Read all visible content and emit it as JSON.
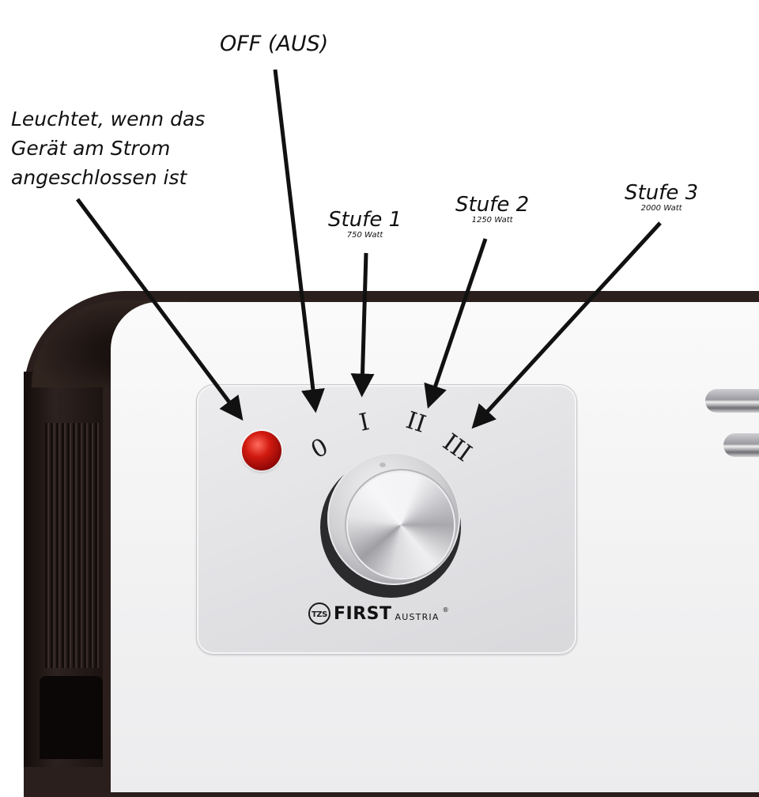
{
  "annotations": {
    "power_indicator": {
      "lines": [
        "Leuchtet, wenn das",
        "Gerät am Strom",
        "angeschlossen ist"
      ]
    },
    "off": {
      "label": "OFF (AUS)"
    },
    "levels": [
      {
        "title": "Stufe 1",
        "power": "750 Watt"
      },
      {
        "title": "Stufe 2",
        "power": "1250 Watt"
      },
      {
        "title": "Stufe 3",
        "power": "2000 Watt"
      }
    ]
  },
  "control_panel": {
    "dial_positions": [
      "0",
      "I",
      "II",
      "III"
    ],
    "led_color": "#d11a10",
    "brand": {
      "logo_text": "TZS",
      "name": "FIRST",
      "sub": "AUSTRIA",
      "registered": "®"
    }
  },
  "colors": {
    "body_dark": "#2a1f1c",
    "face": "#f4f4f5",
    "panel": "#e3e3e6",
    "annotation_ink": "#111111"
  }
}
